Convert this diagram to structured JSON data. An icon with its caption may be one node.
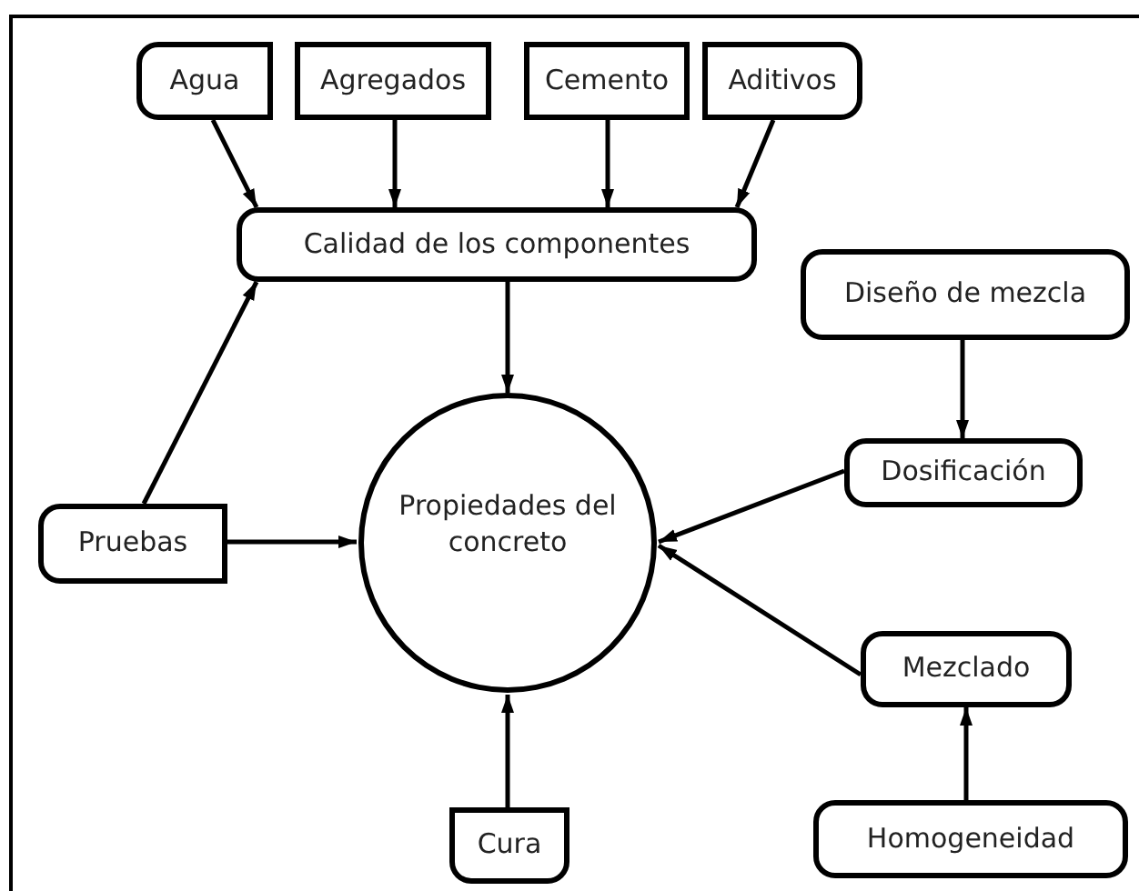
{
  "diagram": {
    "nodes": [
      {
        "text": [
          "Agua"
        ]
      },
      {
        "text": [
          "Agregados"
        ]
      },
      {
        "text": [
          "Cemento"
        ]
      },
      {
        "text": [
          "Aditivos"
        ]
      },
      {
        "text": [
          "Calidad de los componentes"
        ]
      },
      {
        "text": [
          "Diseño de mezcla"
        ]
      },
      {
        "text": [
          "Propiedades del concreto"
        ]
      },
      {
        "text": [
          "Dosificación"
        ]
      },
      {
        "text": [
          "Pruebas"
        ]
      },
      {
        "text": [
          "Mezclado"
        ]
      },
      {
        "text": [
          "Cura"
        ]
      },
      {
        "text": [
          "Homogeneidad"
        ]
      }
    ],
    "edges": [
      {
        "from": 0,
        "to": 4,
        "arrow": "to"
      },
      {
        "from": 1,
        "to": 4,
        "arrow": "to"
      },
      {
        "from": 2,
        "to": 4,
        "arrow": "to"
      },
      {
        "from": 3,
        "to": 4,
        "arrow": "to"
      },
      {
        "from": 4,
        "to": 6,
        "arrow": "to"
      },
      {
        "from": 8,
        "to": 4,
        "arrow": "to"
      },
      {
        "from": 8,
        "to": 6,
        "arrow": "to"
      },
      {
        "from": 5,
        "to": 7,
        "arrow": "to"
      },
      {
        "from": 7,
        "to": 6,
        "arrow": "to"
      },
      {
        "from": 9,
        "to": 6,
        "arrow": "to"
      },
      {
        "from": 11,
        "to": 9,
        "arrow": "to"
      },
      {
        "from": 10,
        "to": 6,
        "arrow": "to"
      }
    ]
  }
}
